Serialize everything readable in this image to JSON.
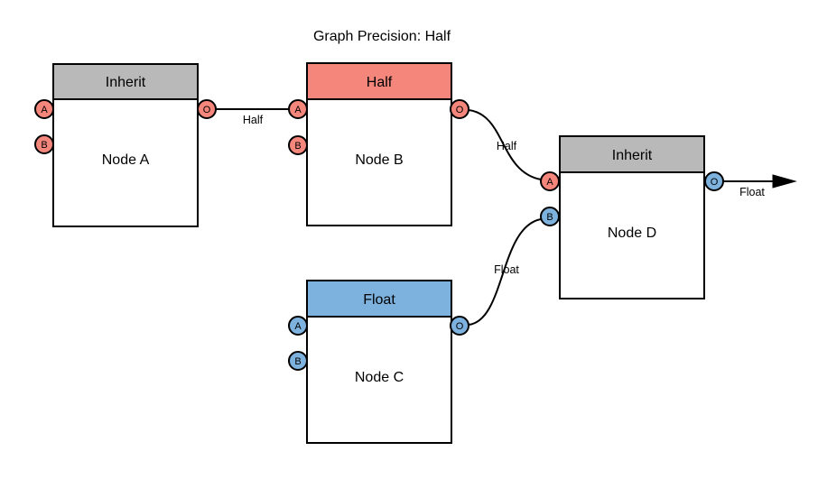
{
  "title": "Graph Precision: Half",
  "colors": {
    "gray": "#b9b9b9",
    "red": "#f4867c",
    "blue": "#7eb2de",
    "node_fill": "#ffffff",
    "stroke": "#000000"
  },
  "nodes": [
    {
      "name": "Node A",
      "header_label": "Inherit",
      "ports": {
        "in_a": "A",
        "in_b": "B",
        "out": "O"
      }
    },
    {
      "name": "Node B",
      "header_label": "Half",
      "ports": {
        "in_a": "A",
        "in_b": "B",
        "out": "O"
      }
    },
    {
      "name": "Node C",
      "header_label": "Float",
      "ports": {
        "in_a": "A",
        "in_b": "B",
        "out": "O"
      }
    },
    {
      "name": "Node D",
      "header_label": "Inherit",
      "ports": {
        "in_a": "A",
        "in_b": "B",
        "out": "O"
      }
    }
  ],
  "edges": [
    {
      "from": "Node A.O",
      "to": "Node B.A",
      "label": "Half"
    },
    {
      "from": "Node B.O",
      "to": "Node D.A",
      "label": "Half"
    },
    {
      "from": "Node C.O",
      "to": "Node D.B",
      "label": "Float"
    },
    {
      "from": "Node D.O",
      "to": "graph-output",
      "label": "Float"
    }
  ]
}
